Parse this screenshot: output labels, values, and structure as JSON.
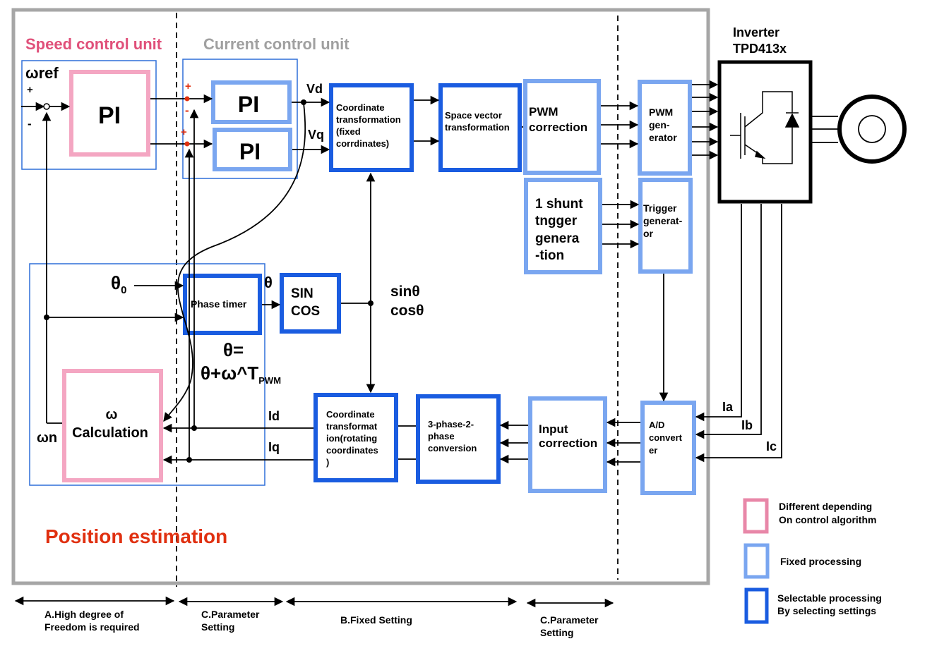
{
  "colors": {
    "pink": "#F4A6C2",
    "light_blue": "#7AA6F0",
    "dark_blue": "#1A5CE0",
    "frame_gray": "#A6A6A6",
    "speed_label": "#E0507A",
    "current_label": "#A0A0A0",
    "position_label": "#E03010",
    "unit_border": "#2E6FD8"
  },
  "units": {
    "speed": "Speed control unit",
    "current": "Current control unit",
    "position": "Position estimation"
  },
  "inverter": {
    "line1": "Inverter",
    "line2": "TPD413x"
  },
  "blocks": {
    "pi_speed": "PI",
    "pi_d": "PI",
    "pi_q": "PI",
    "coord_fixed": [
      "Coordinate",
      "transformation",
      "(fixed",
      "corrdinates)"
    ],
    "space_vector": [
      "Space vector",
      "transformation"
    ],
    "pwm_correction": [
      "PWM",
      "correction"
    ],
    "pwm_generator": [
      "PWM",
      "gen-",
      "erator"
    ],
    "shunt": [
      "1 shunt",
      "tngger",
      "genera",
      "-tion"
    ],
    "trigger": [
      "Trigger",
      "generat-",
      "or"
    ],
    "phase_timer": "Phase timer",
    "sincos": [
      "SIN",
      "COS"
    ],
    "omega_calc": [
      "ω",
      "Calculation"
    ],
    "coord_rot": [
      "Coordinate",
      "transformat",
      "ion(rotating",
      "coordinates",
      ")"
    ],
    "three_phase": [
      "3-phase-2-",
      "phase",
      "conversion"
    ],
    "input_correction": [
      "Input",
      "correction"
    ],
    "ad_converter": [
      "A/D",
      "convert",
      "er"
    ]
  },
  "signals": {
    "omega_ref": "ωref",
    "plus": "+",
    "minus": "-",
    "vd": "Vd",
    "vq": "Vq",
    "theta0": "θ",
    "theta0_sub": "0",
    "theta": "θ",
    "sin": "sinθ",
    "cos": "cosθ",
    "theta_eq1": "θ=",
    "theta_eq2": "θ+ω^T",
    "theta_eq_sub": "PWM",
    "omega_n": "ωn",
    "id": "Id",
    "iq": "Iq",
    "ia": "Ia",
    "ib": "Ib",
    "ic": "Ic"
  },
  "settings": {
    "a": [
      "A.High degree of",
      "Freedom is required"
    ],
    "c1": [
      "C.Parameter",
      "Setting"
    ],
    "b": "B.Fixed Setting",
    "c2": [
      "C.Parameter",
      "Setting"
    ]
  },
  "legend": {
    "pink": [
      "Different depending",
      "On control algorithm"
    ],
    "light": "Fixed processing",
    "dark": [
      "Selectable processing",
      "By selecting settings"
    ]
  }
}
